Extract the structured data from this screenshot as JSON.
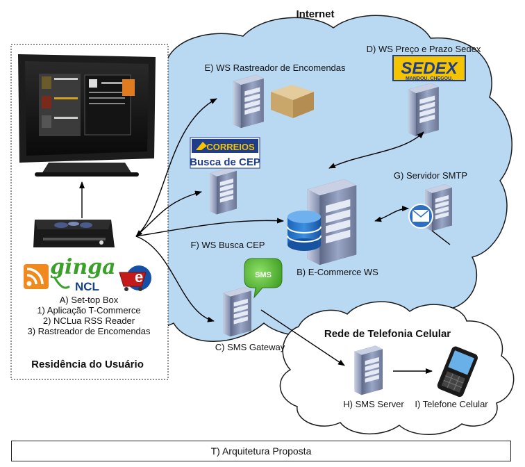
{
  "regions": {
    "internet": "Internet",
    "user_home": "Residência do Usuário",
    "cell_network": "Rede de Telefonia Celular"
  },
  "nodes": {
    "ws_tracker": "E) WS Rastreador de Encomendas",
    "ws_price": "D) WS Preço e Prazo Sedex",
    "ws_cep": "F) WS Busca CEP",
    "ecommerce": "B) E-Commerce WS",
    "smtp": "G) Servidor SMTP",
    "sms_gateway": "C) SMS Gateway",
    "sms_server": "H) SMS Server",
    "phone": "I) Telefone Celular"
  },
  "settop": {
    "lines": [
      "A) Set-top Box",
      "1) Aplicação T-Commerce",
      "2) NCLua RSS Reader",
      "3) Rastreador de Encomendas"
    ]
  },
  "logos": {
    "sedex": "SEDEX",
    "sedex_tag": "MANDOU, CHEGOU.",
    "correios": "CORREIOS",
    "busca_cep": "Busca de CEP",
    "sms": "SMS",
    "ginga": "ginga",
    "ncl": "NCL"
  },
  "caption": "T) Arquitetura Proposta",
  "colors": {
    "internet_cloud": "#b9d8f2",
    "cell_cloud": "#ffffff",
    "server_body": "#8a96b8",
    "arrow": "#000000"
  },
  "icons": [
    "server-icon",
    "tv-icon",
    "settop-box-icon",
    "rss-icon",
    "database-icon",
    "mail-icon",
    "phone-icon",
    "package-icon"
  ]
}
